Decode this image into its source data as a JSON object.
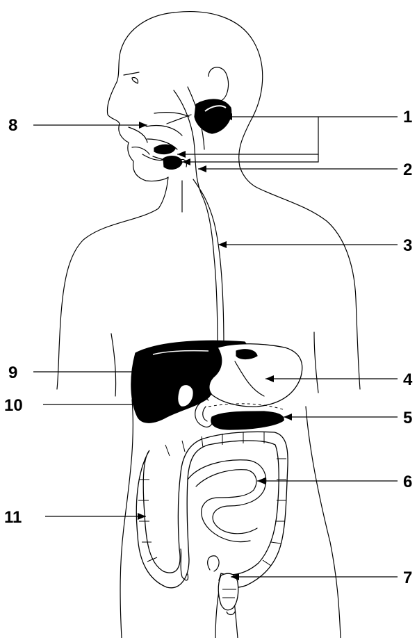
{
  "labels": [
    {
      "id": "1",
      "text": "1"
    },
    {
      "id": "2",
      "text": "2"
    },
    {
      "id": "3",
      "text": "3"
    },
    {
      "id": "4",
      "text": "4"
    },
    {
      "id": "5",
      "text": "5"
    },
    {
      "id": "6",
      "text": "6"
    },
    {
      "id": "7",
      "text": "7"
    },
    {
      "id": "8",
      "text": "8"
    },
    {
      "id": "9",
      "text": "9"
    },
    {
      "id": "10",
      "text": "10"
    },
    {
      "id": "11",
      "text": "11"
    }
  ],
  "colors": {
    "line": "#000000",
    "fill_dark": "#000000",
    "background": "#ffffff"
  }
}
